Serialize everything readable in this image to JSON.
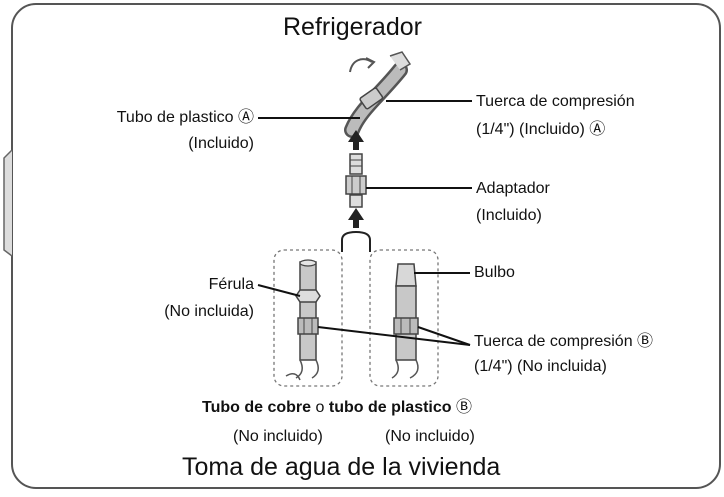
{
  "title_top": "Refrigerador",
  "title_bottom": "Toma de agua de la vivienda",
  "labels": {
    "tubo_plastico_a": "Tubo de plastico Ⓐ",
    "tubo_plastico_a_incl": "(Incluido)",
    "tuerca_a": "Tuerca de compresión",
    "tuerca_a_detail": "(1/4\") (Incluido) Ⓐ",
    "adaptador": "Adaptador",
    "adaptador_incl": "(Incluido)",
    "ferula": "Férula",
    "ferula_incl": "(No incluida)",
    "bulbo": "Bulbo",
    "tuerca_b": "Tuerca de compresión Ⓑ",
    "tuerca_b_detail": "(1/4\") (No incluida)"
  },
  "caption": {
    "cobre": "Tubo de cobre",
    "o": "o",
    "plastico": "tubo de plastico",
    "b_mark": "Ⓑ",
    "no_incluido_left": "(No incluido)",
    "no_incluido_right": "(No incluido)"
  }
}
